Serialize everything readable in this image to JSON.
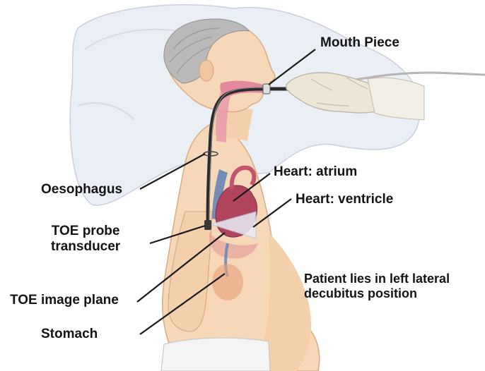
{
  "labels": {
    "mouth_piece": "Mouth Piece",
    "oesophagus": "Oesophagus",
    "heart_atrium": "Heart: atrium",
    "heart_ventricle": "Heart: ventricle",
    "probe_line1": "TOE probe",
    "probe_line2": "transducer",
    "image_plane": "TOE image plane",
    "stomach": "Stomach",
    "patient_line1": "Patient lies in left lateral",
    "patient_line2": "decubitus position"
  },
  "colors": {
    "skin": "#f6d8b8",
    "skin_shadow": "#e9bf97",
    "hair": "#b9b9b9",
    "pillow": "#eaeef5",
    "glove": "#ece6d6",
    "probe_tube": "#2b2b2b",
    "throat": "#e2809a",
    "heart": "#b2455e",
    "vessel_blue": "#5d7fb6",
    "stomach": "#e8a078"
  }
}
